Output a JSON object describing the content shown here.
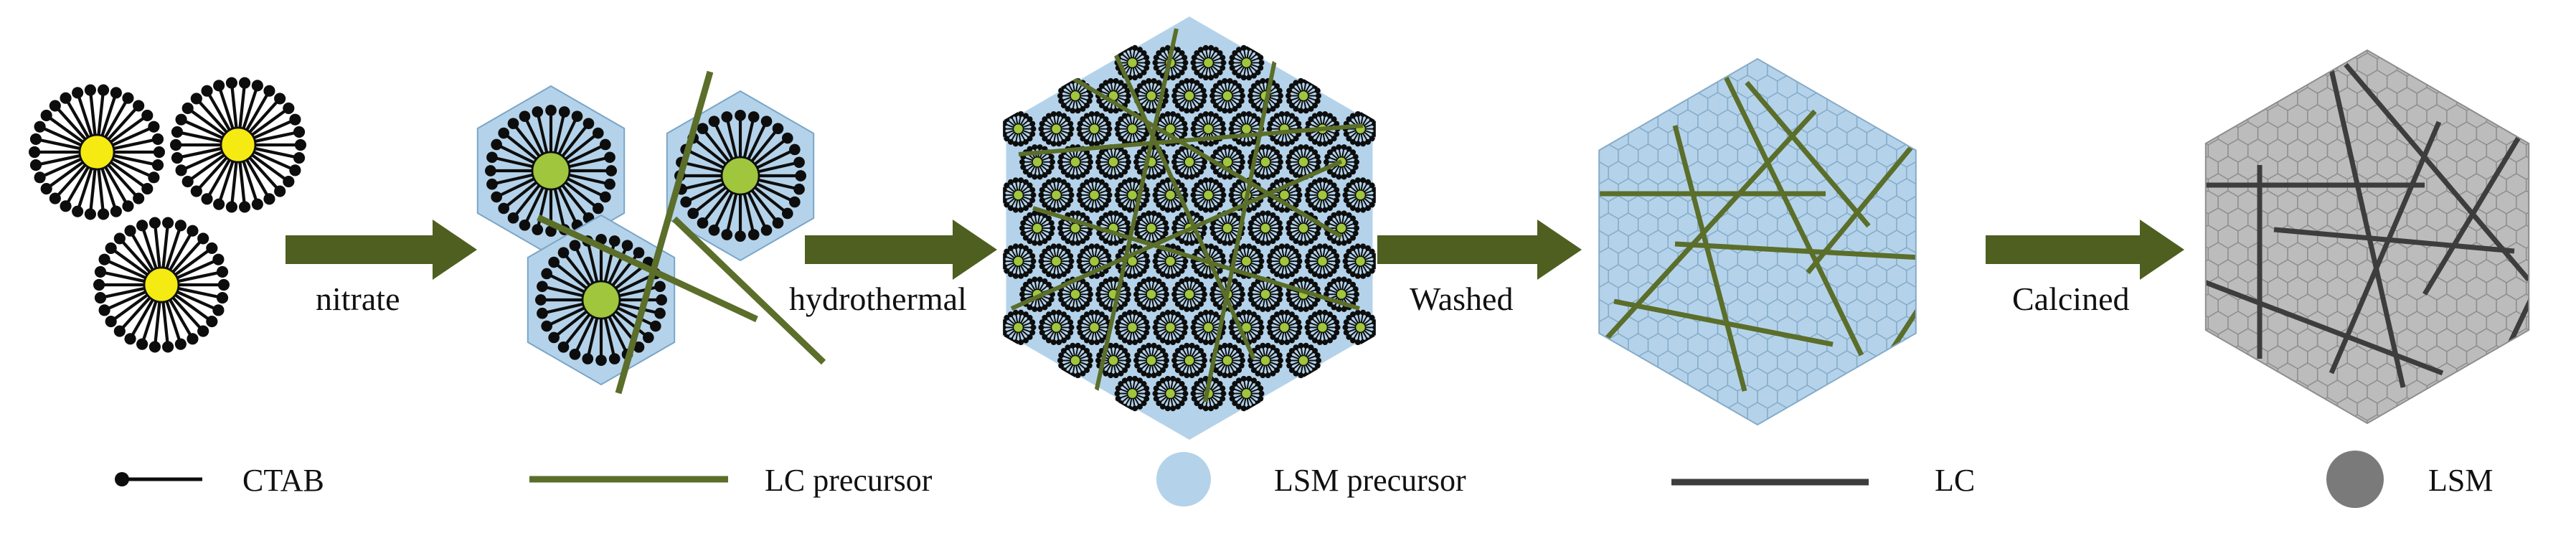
{
  "steps": [
    {
      "label": "nitrate"
    },
    {
      "label": "hydrothermal"
    },
    {
      "label": "Washed"
    },
    {
      "label": "Calcined"
    }
  ],
  "legend": [
    {
      "label": "CTAB",
      "icon": "ctab-icon"
    },
    {
      "label": "LC precursor",
      "icon": "lc-precursor-line-icon"
    },
    {
      "label": "LSM precursor",
      "icon": "lsm-precursor-circle-icon"
    },
    {
      "label": "LC",
      "icon": "lc-line-icon"
    },
    {
      "label": "LSM",
      "icon": "lsm-circle-icon"
    }
  ],
  "colors": {
    "arrow": "#4e5f1f",
    "lc_precursor": "#5b6e2a",
    "lsm_precursor": "#b4d3ea",
    "lc": "#3d3d3d",
    "lsm": "#bcbcbc",
    "micelle_core": "#f5ea12",
    "micelle_core_loaded": "#9fc63d",
    "ctab": "#0d0d0d"
  }
}
